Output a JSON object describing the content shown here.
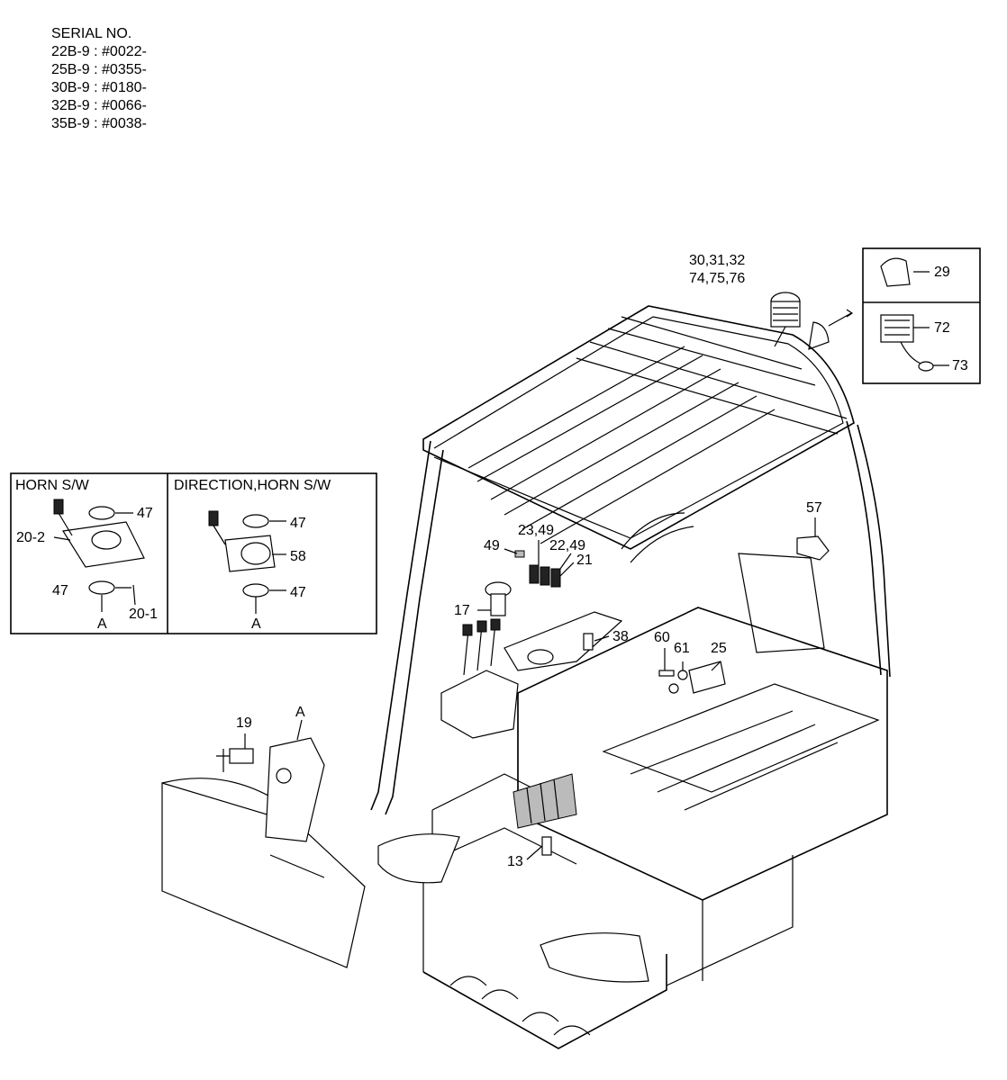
{
  "serial_block": {
    "heading": "SERIAL NO.",
    "lines": [
      "22B-9 : #0022-",
      "25B-9 : #0355-",
      "30B-9 : #0180-",
      "32B-9 : #0066-",
      "35B-9 : #0038-"
    ]
  },
  "inset_boxes": {
    "horn_title": "HORN S/W",
    "direction_title": "DIRECTION,HORN S/W"
  },
  "callouts": {
    "c47a": "47",
    "c20_2": "20-2",
    "c47b": "47",
    "c20_1": "20-1",
    "cAa": "A",
    "c47c": "47",
    "c58": "58",
    "c47d": "47",
    "cAb": "A",
    "c30": "30,31,32",
    "c74": "74,75,76",
    "c29": "29",
    "c72": "72",
    "c73": "73",
    "c57": "57",
    "c23": "23,49",
    "c49": "49",
    "c22": "22,49",
    "c21": "21",
    "c17": "17",
    "c38": "38",
    "c60": "60",
    "c61": "61",
    "c25": "25",
    "c19": "19",
    "cA": "A",
    "c13": "13"
  }
}
